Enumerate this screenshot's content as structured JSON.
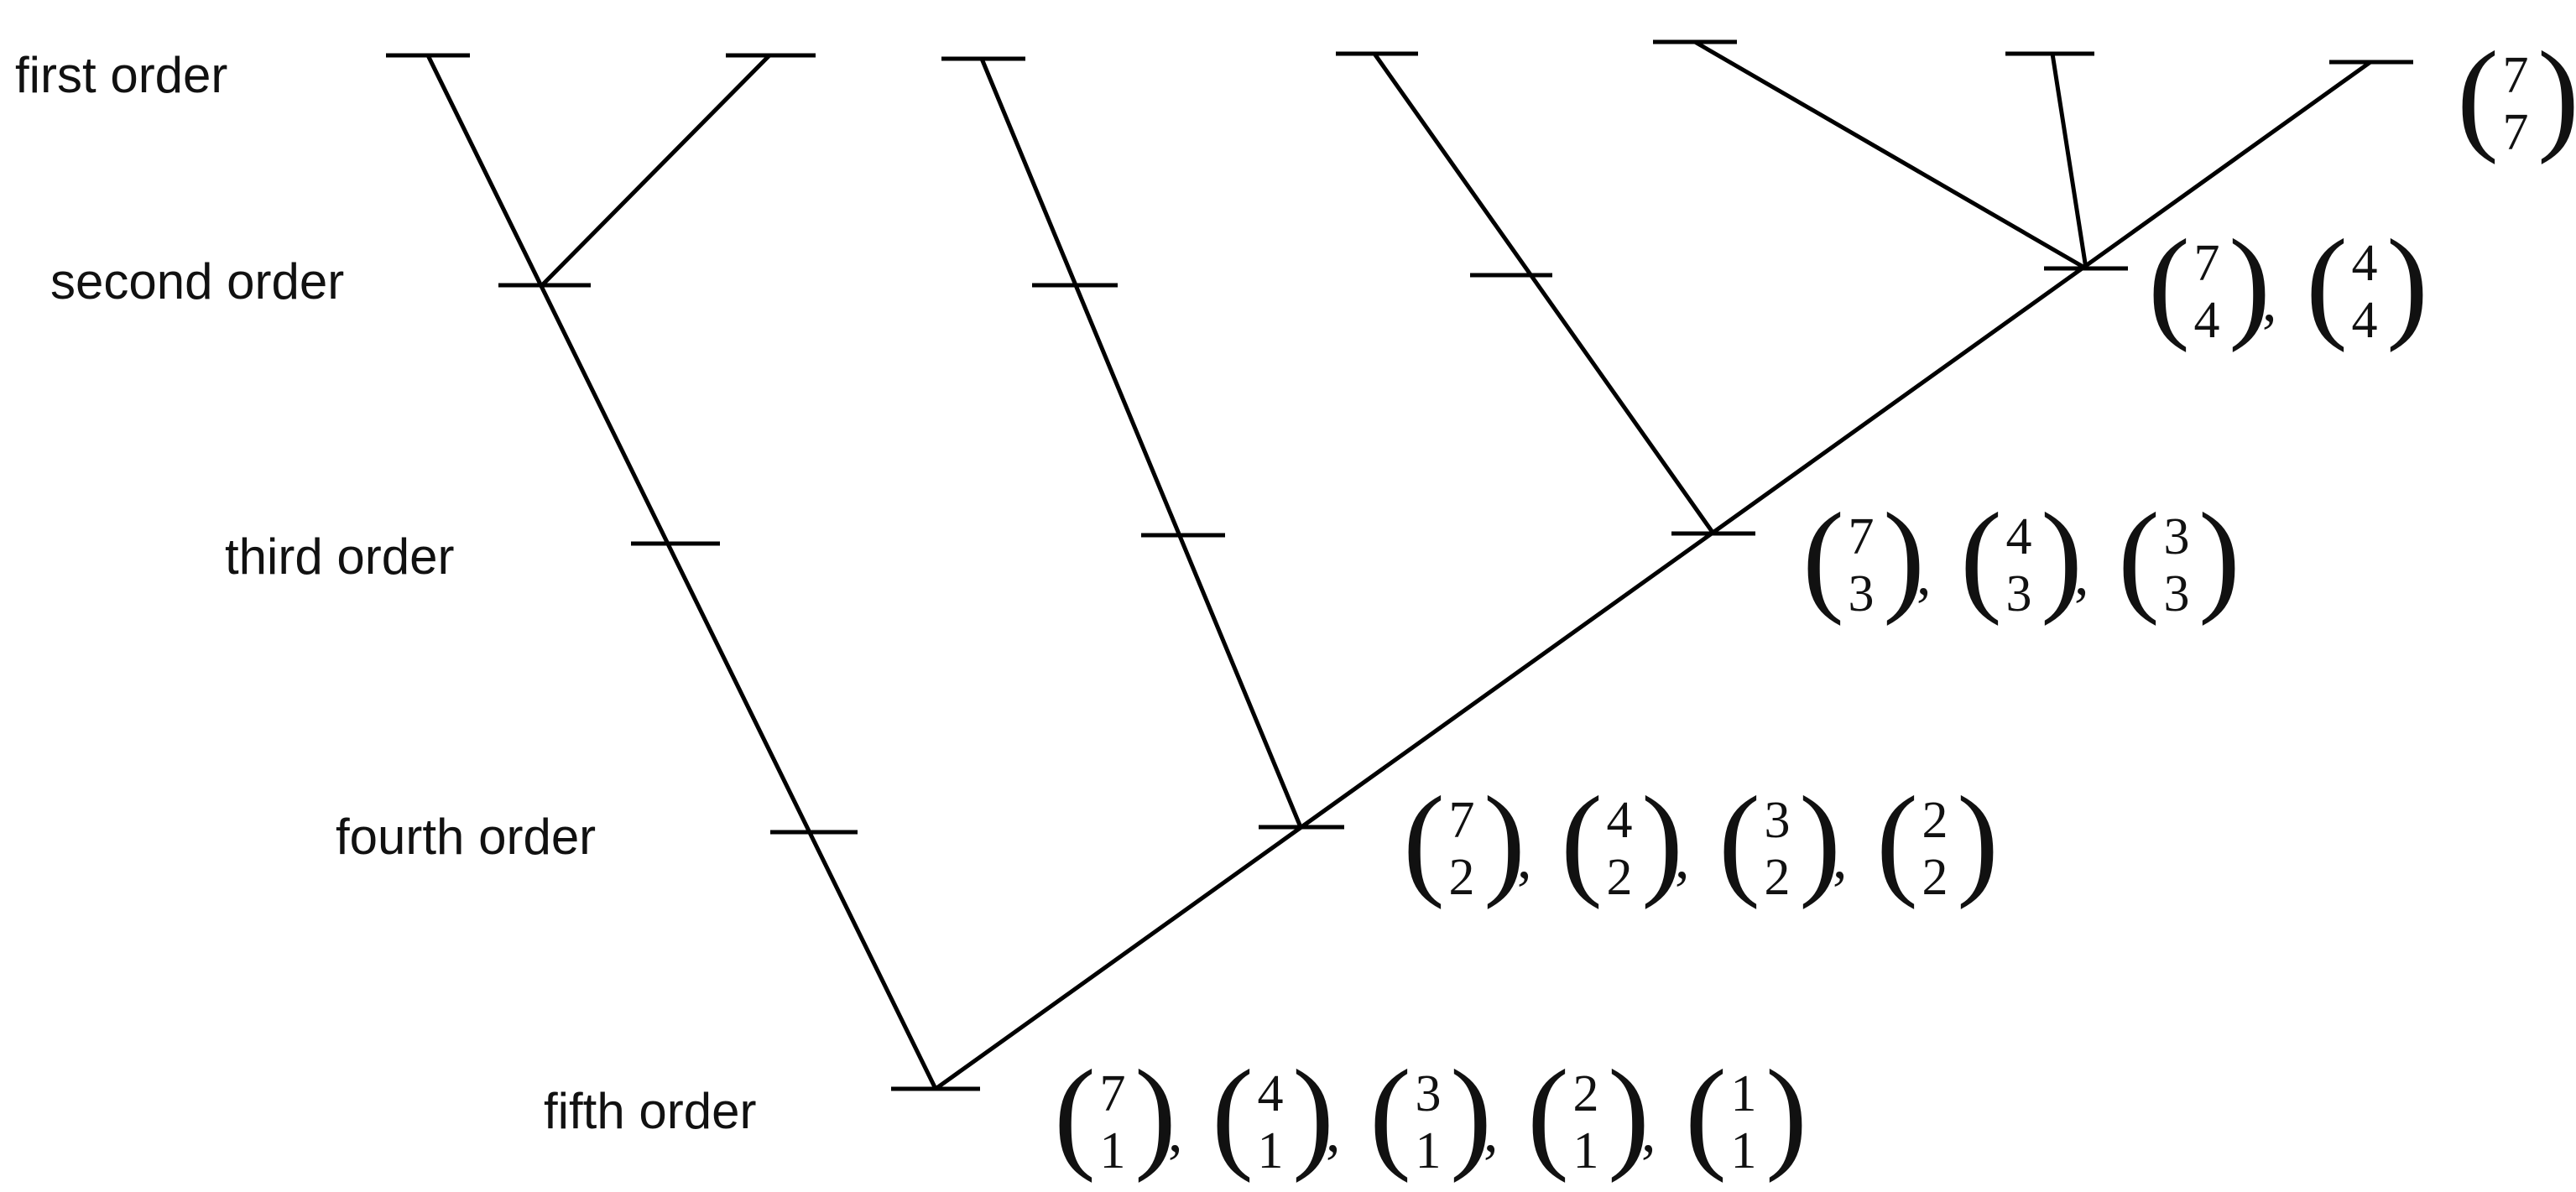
{
  "order_labels": [
    "first order",
    "second order",
    "third order",
    "fourth order",
    "fifth order"
  ],
  "binomial_groups": [
    {
      "items": [
        {
          "top": "7",
          "bottom": "7"
        }
      ]
    },
    {
      "items": [
        {
          "top": "7",
          "bottom": "4"
        },
        {
          "top": "4",
          "bottom": "4"
        }
      ]
    },
    {
      "items": [
        {
          "top": "7",
          "bottom": "3"
        },
        {
          "top": "4",
          "bottom": "3"
        },
        {
          "top": "3",
          "bottom": "3"
        }
      ]
    },
    {
      "items": [
        {
          "top": "7",
          "bottom": "2"
        },
        {
          "top": "4",
          "bottom": "2"
        },
        {
          "top": "3",
          "bottom": "2"
        },
        {
          "top": "2",
          "bottom": "2"
        }
      ]
    },
    {
      "items": [
        {
          "top": "7",
          "bottom": "1"
        },
        {
          "top": "4",
          "bottom": "1"
        },
        {
          "top": "3",
          "bottom": "1"
        },
        {
          "top": "2",
          "bottom": "1"
        },
        {
          "top": "1",
          "bottom": "1"
        }
      ]
    }
  ],
  "separator": ","
}
